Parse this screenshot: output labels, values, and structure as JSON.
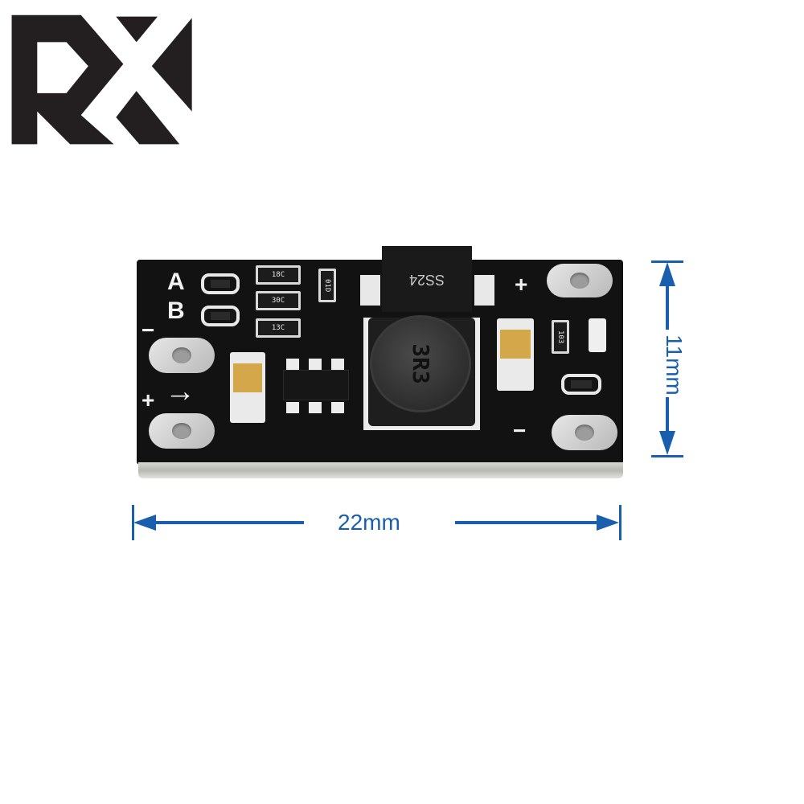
{
  "logo": {
    "text": "RX",
    "color": "#231f20"
  },
  "board": {
    "silkscreen": {
      "label_a": "A",
      "label_b": "B",
      "minus_left": "−",
      "plus_left": "+",
      "arrow": "→",
      "plus_right": "+",
      "minus_right": "−"
    },
    "components": {
      "resistor_1": "18C",
      "resistor_2": "30C",
      "resistor_3": "13C",
      "resistor_4": "01D",
      "resistor_5": "103",
      "diode": "SS24",
      "inductor": "3R3"
    }
  },
  "dimensions": {
    "width_label": "22mm",
    "height_label": "11mm",
    "color": "#1a5fae"
  }
}
